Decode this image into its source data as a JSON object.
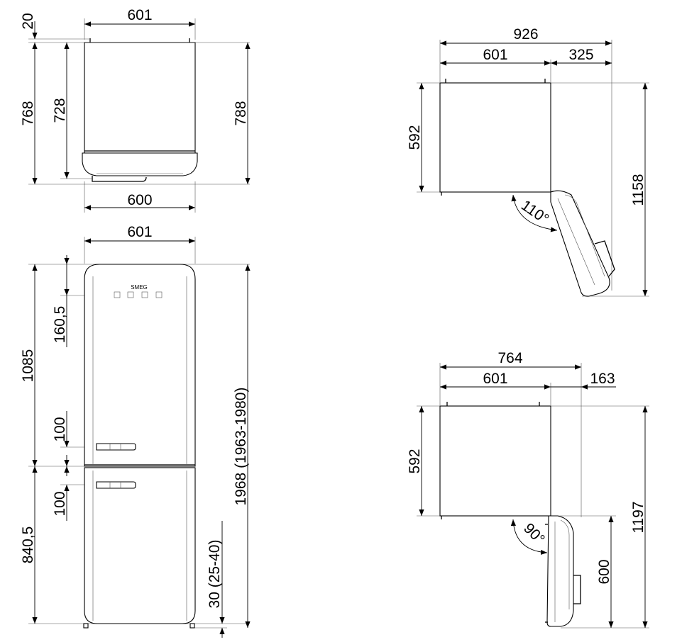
{
  "dimensions": {
    "top_view": {
      "width_top": "601",
      "offset_top": "20",
      "depth_left": "768",
      "depth_inner": "728",
      "depth_right": "788",
      "width_bottom": "600"
    },
    "front_view": {
      "width": "601",
      "logo_offset": "160,5",
      "upper_height": "1085",
      "handle_upper": "100",
      "handle_lower": "100",
      "lower_height": "840,5",
      "feet": "30 (25-40)",
      "total_height": "1968 (1963-1980)",
      "logo_text": "SMEG"
    },
    "door_110": {
      "total_width": "926",
      "body_width": "601",
      "extra": "325",
      "depth": "592",
      "total_depth": "1158",
      "angle": "110°"
    },
    "door_90": {
      "total_width": "764",
      "body_width": "601",
      "extra": "163",
      "depth": "592",
      "total_depth": "1197",
      "door_depth": "600",
      "angle": "90°"
    }
  }
}
